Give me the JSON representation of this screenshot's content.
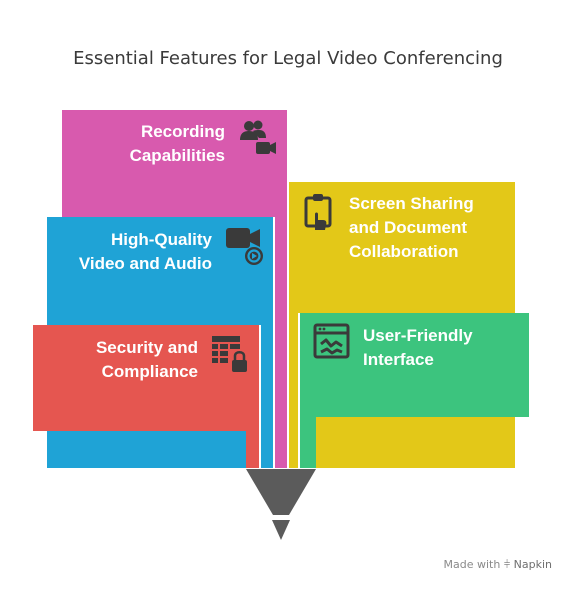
{
  "title": "Essential Features for Legal Video Conferencing",
  "features": [
    {
      "id": "recording",
      "line1": "Recording",
      "line2": "Capabilities",
      "color": "#D85AAE",
      "icon": "users-video-icon"
    },
    {
      "id": "screen-sharing",
      "line1": "Screen Sharing",
      "line2": "and Document",
      "line3": "Collaboration",
      "color": "#E3C818",
      "icon": "clipboard-hand-icon"
    },
    {
      "id": "hq-video",
      "line1": "High-Quality",
      "line2": "Video and Audio",
      "color": "#1FA3D6",
      "icon": "video-camera-play-icon"
    },
    {
      "id": "ui",
      "line1": "User-Friendly",
      "line2": "Interface",
      "color": "#3CC47E",
      "icon": "browser-window-icon"
    },
    {
      "id": "security",
      "line1": "Security and",
      "line2": "Compliance",
      "color": "#E55650",
      "icon": "table-lock-icon"
    }
  ],
  "funnel_color": "#5B5B5B",
  "watermark": {
    "made_with": "Made with",
    "brand": "Napkin"
  }
}
